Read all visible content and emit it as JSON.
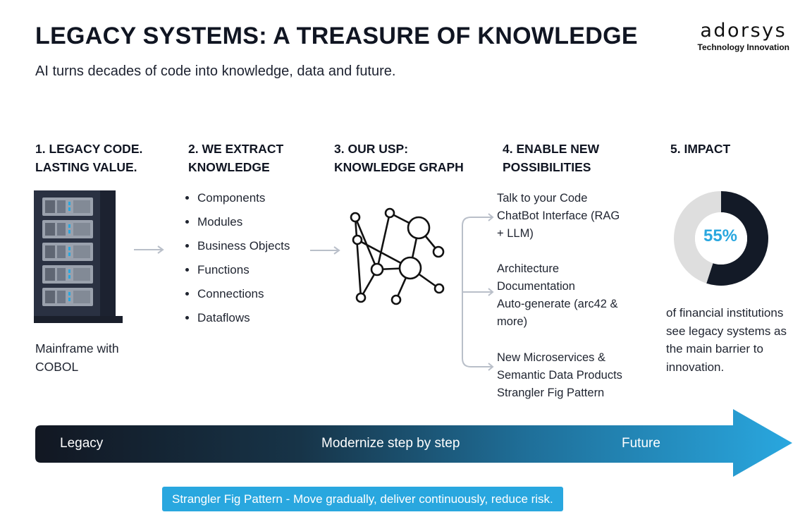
{
  "header": {
    "title": "LEGACY SYSTEMS: A TREASURE OF KNOWLEDGE",
    "subtitle": "AI turns decades of code into knowledge, data and future.",
    "logo_word": "adorsys",
    "logo_tagline": "Technology Innovation"
  },
  "steps": [
    {
      "line1": "1. LEGACY CODE.",
      "line2": "LASTING VALUE.",
      "caption_line1": "Mainframe with",
      "caption_line2": "COBOL"
    },
    {
      "line1": "2. WE EXTRACT",
      "line2": "KNOWLEDGE",
      "items": [
        "Components",
        "Modules",
        "Business Objects",
        "Functions",
        "Connections",
        "Dataflows"
      ]
    },
    {
      "line1": "3. OUR USP:",
      "line2": "KNOWLEDGE GRAPH"
    },
    {
      "line1": "4. ENABLE NEW",
      "line2": "POSSIBILITIES",
      "possibilities": [
        [
          "Talk to your Code",
          "ChatBot Interface (RAG",
          "+ LLM)"
        ],
        [
          "Architecture",
          "Documentation",
          "Auto-generate (arc42 &",
          "more)"
        ],
        [
          "New Microservices &",
          "Semantic Data Products",
          "Strangler Fig Pattern"
        ]
      ]
    },
    {
      "line1": "5. IMPACT",
      "stat": "55%",
      "stat_text": [
        "of financial institutions",
        "see legacy systems as",
        "the main barrier to",
        "innovation."
      ]
    }
  ],
  "impact_fraction": 0.55,
  "colors": {
    "accent": "#29a7df",
    "dark": "#131a27",
    "server": "#2a3142",
    "ring_gray": "#dedede"
  },
  "timeline": {
    "start": "Legacy",
    "middle": "Modernize step by step",
    "end": "Future"
  },
  "footer_note": "Strangler Fig Pattern - Move gradually, deliver continuously, reduce risk."
}
